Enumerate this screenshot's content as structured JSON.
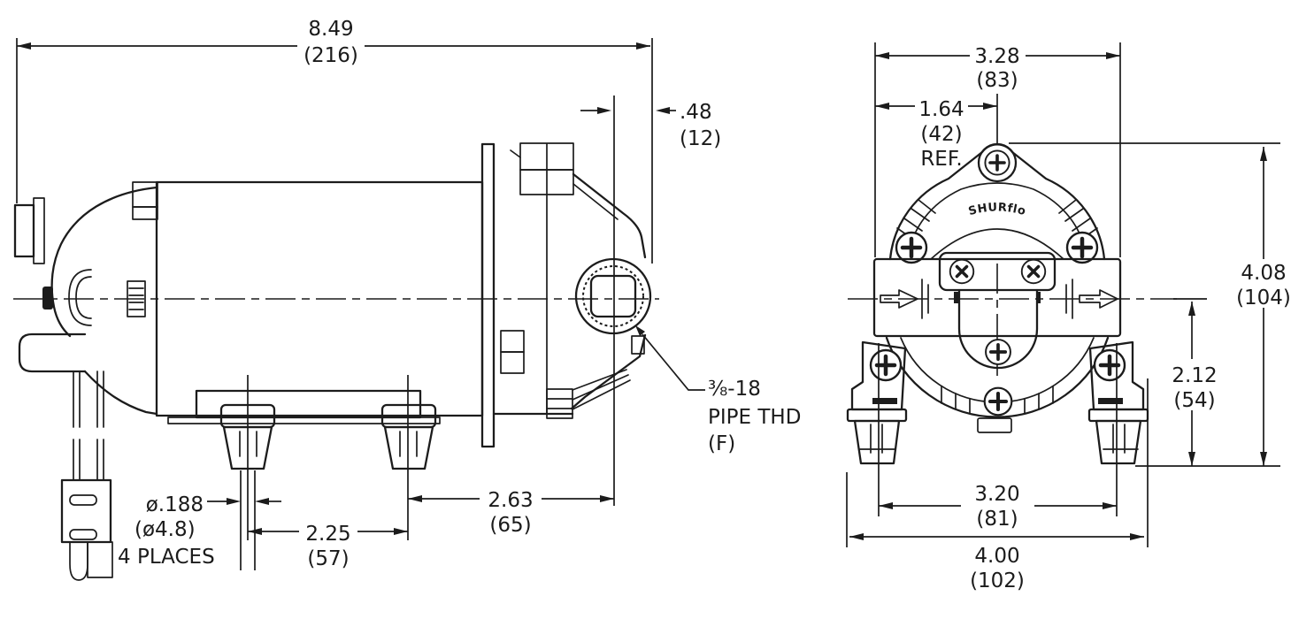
{
  "drawing": {
    "brand_label": "SHURflo",
    "side_view": {
      "overall_length_in": "8.49",
      "overall_length_mm": "(216)",
      "port_protrusion_in": ".48",
      "port_protrusion_mm": "(12)",
      "port_to_foot_in": "2.63",
      "port_to_foot_mm": "(65)",
      "foot_spacing_in": "2.25",
      "foot_spacing_mm": "(57)",
      "mount_hole_dia_in": "ø.188",
      "mount_hole_dia_mm": "(ø4.8)",
      "mount_hole_note": "4 PLACES",
      "port_thread_line1": "⅜-18",
      "port_thread_line2": "PIPE THD",
      "port_thread_line3": "(F)"
    },
    "front_view": {
      "body_width_in": "3.28",
      "body_width_mm": "(83)",
      "port_center_in": "1.64",
      "port_center_mm": "(42)",
      "port_center_note": "REF.",
      "overall_height_in": "4.08",
      "overall_height_mm": "(104)",
      "center_to_base_in": "2.12",
      "center_to_base_mm": "(54)",
      "bolt_spacing_in": "3.20",
      "bolt_spacing_mm": "(81)",
      "overall_width_in": "4.00",
      "overall_width_mm": "(102)"
    }
  }
}
